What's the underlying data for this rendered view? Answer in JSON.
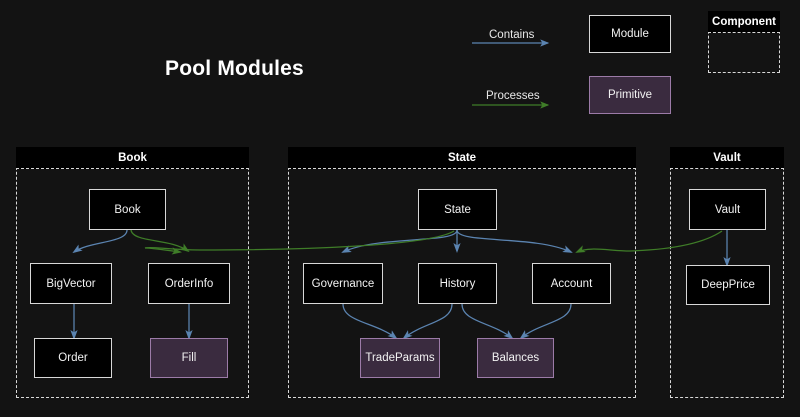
{
  "page": {
    "title": "Pool Modules",
    "background_color": "#131313"
  },
  "colors": {
    "module_fill": "#000000",
    "module_border": "#d8d8d8",
    "primitive_fill": "#3a2b3f",
    "primitive_border": "#9c7ba8",
    "contains_edge": "#5b84b1",
    "processes_edge": "#3f7d28",
    "cluster_border": "#d9d9d9",
    "text": "#f2f2f2"
  },
  "legend": {
    "contains_label": "Contains",
    "processes_label": "Processes",
    "module_label": "Module",
    "primitive_label": "Primitive",
    "component_label": "Component"
  },
  "clusters": [
    {
      "id": "book",
      "label": "Book"
    },
    {
      "id": "state",
      "label": "State"
    },
    {
      "id": "vault",
      "label": "Vault"
    }
  ],
  "nodes": [
    {
      "id": "book",
      "label": "Book",
      "type": "module",
      "cluster": "book"
    },
    {
      "id": "bigvector",
      "label": "BigVector",
      "type": "module",
      "cluster": "book"
    },
    {
      "id": "orderinfo",
      "label": "OrderInfo",
      "type": "module",
      "cluster": "book"
    },
    {
      "id": "order",
      "label": "Order",
      "type": "module",
      "cluster": "book"
    },
    {
      "id": "fill",
      "label": "Fill",
      "type": "primitive",
      "cluster": "book"
    },
    {
      "id": "state",
      "label": "State",
      "type": "module",
      "cluster": "state"
    },
    {
      "id": "governance",
      "label": "Governance",
      "type": "module",
      "cluster": "state"
    },
    {
      "id": "history",
      "label": "History",
      "type": "module",
      "cluster": "state"
    },
    {
      "id": "account",
      "label": "Account",
      "type": "module",
      "cluster": "state"
    },
    {
      "id": "tradeparams",
      "label": "TradeParams",
      "type": "primitive",
      "cluster": "state"
    },
    {
      "id": "balances",
      "label": "Balances",
      "type": "primitive",
      "cluster": "state"
    },
    {
      "id": "vault",
      "label": "Vault",
      "type": "module",
      "cluster": "vault"
    },
    {
      "id": "deepprice",
      "label": "DeepPrice",
      "type": "module",
      "cluster": "vault"
    }
  ],
  "edges": [
    {
      "from": "book",
      "to": "bigvector",
      "kind": "contains"
    },
    {
      "from": "bigvector",
      "to": "order",
      "kind": "contains"
    },
    {
      "from": "orderinfo",
      "to": "fill",
      "kind": "contains"
    },
    {
      "from": "state",
      "to": "governance",
      "kind": "contains"
    },
    {
      "from": "state",
      "to": "history",
      "kind": "contains"
    },
    {
      "from": "state",
      "to": "account",
      "kind": "contains"
    },
    {
      "from": "governance",
      "to": "tradeparams",
      "kind": "contains"
    },
    {
      "from": "history",
      "to": "tradeparams",
      "kind": "contains"
    },
    {
      "from": "history",
      "to": "balances",
      "kind": "contains"
    },
    {
      "from": "account",
      "to": "balances",
      "kind": "contains"
    },
    {
      "from": "vault",
      "to": "deepprice",
      "kind": "contains"
    },
    {
      "from": "book",
      "to": "orderinfo",
      "kind": "processes"
    },
    {
      "from": "state",
      "to": "orderinfo",
      "kind": "processes"
    },
    {
      "from": "vault",
      "to": "account",
      "kind": "processes"
    }
  ]
}
